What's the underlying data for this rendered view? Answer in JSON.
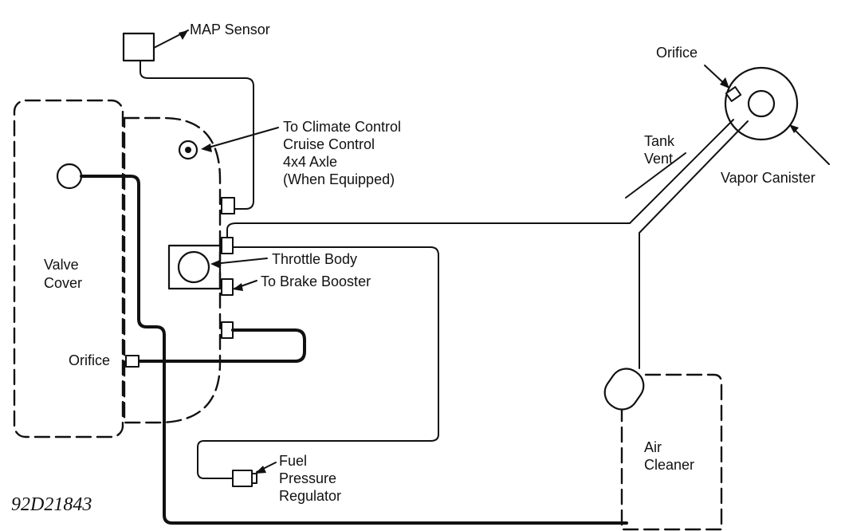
{
  "labels": {
    "map_sensor": "MAP Sensor",
    "climate_line1": "To Climate Control",
    "climate_line2": "Cruise Control",
    "climate_line3": "4x4 Axle",
    "climate_line4": "(When Equipped)",
    "orifice_top": "Orifice",
    "tank_vent_line1": "Tank",
    "tank_vent_line2": "Vent",
    "vapor_canister": "Vapor Canister",
    "valve_cover_line1": "Valve",
    "valve_cover_line2": "Cover",
    "throttle_body": "Throttle Body",
    "brake_booster": "To Brake Booster",
    "orifice_left": "Orifice",
    "air_cleaner_line1": "Air",
    "air_cleaner_line2": "Cleaner",
    "fuel_line1": "Fuel",
    "fuel_line2": "Pressure",
    "fuel_line3": "Regulator",
    "figure_id": "92D21843"
  },
  "colors": {
    "ink": "#111111",
    "paper": "#ffffff"
  }
}
